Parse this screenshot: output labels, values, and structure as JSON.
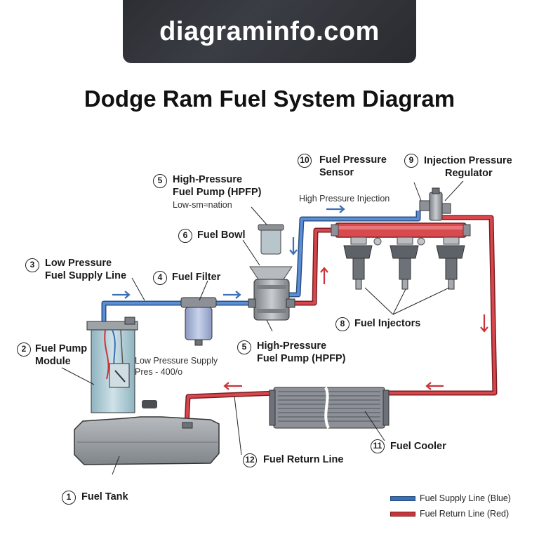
{
  "watermark": "diagraminfo.com",
  "title": "Dodge Ram Fuel System Diagram",
  "labels": {
    "fuel_tank": {
      "num": "1",
      "text": "Fuel Tank"
    },
    "fuel_pump_module": {
      "num": "2",
      "line1": "Fuel Pump",
      "line2": "Module"
    },
    "low_pressure_line": {
      "num": "3",
      "line1": "Low Pressure",
      "line2": "Fuel Supply Line"
    },
    "fuel_filter": {
      "num": "4",
      "text": "Fuel Filter"
    },
    "hpfp_top": {
      "num": "5",
      "line1": "High-Pressure",
      "line2": "Fuel Pump (HPFP)",
      "sub": "Low-sm≈nation"
    },
    "hpfp_bottom": {
      "num": "5",
      "line1": "High-Pressure",
      "line2": "Fuel Pump (HPFP)"
    },
    "fuel_bowl": {
      "num": "6",
      "text": "Fuel Bowl"
    },
    "fuel_injectors": {
      "num": "8",
      "text": "Fuel Injectors"
    },
    "injection_regulator": {
      "num": "9",
      "line1": "Injection Pressure",
      "line2": "Regulator"
    },
    "pressure_sensor": {
      "num": "10",
      "line1": "Fuel Pressure",
      "line2": "Sensor"
    },
    "fuel_cooler": {
      "num": "11",
      "text": "Fuel Cooler"
    },
    "return_line": {
      "num": "12",
      "text": "Fuel Return Line"
    }
  },
  "annotations": {
    "high_pressure_injection": "High Pressure Injection",
    "low_pressure_supply_1": "Low Pressure Supply",
    "low_pressure_supply_2": "Pres - 400/o"
  },
  "legend": {
    "supply": {
      "text": "Fuel Supply Line (Blue)",
      "color": "#3b6fb6"
    },
    "return": {
      "text": "Fuel Return Line (Red)",
      "color": "#c8343a"
    }
  },
  "colors": {
    "supply": "#3b6fb6",
    "return": "#c8343a",
    "metal": "#9ea3a8"
  }
}
